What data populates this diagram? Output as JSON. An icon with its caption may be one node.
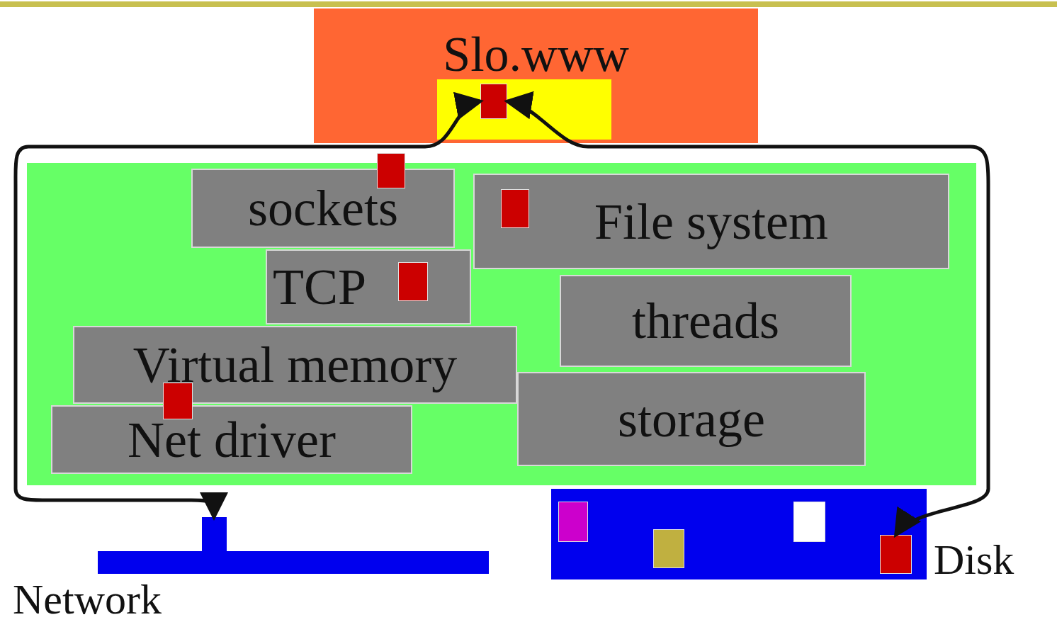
{
  "diagram": {
    "nodes": [
      {
        "text": [
          "Slo.www"
        ]
      },
      {
        "text": [],
        "shape": "box",
        "in": 0
      },
      {
        "text": [],
        "shape": "box",
        "in": 1
      },
      {
        "text": [],
        "shape": "box"
      },
      {
        "text": [
          "sockets"
        ],
        "in": 3
      },
      {
        "text": [],
        "shape": "box"
      },
      {
        "text": [
          "File system"
        ],
        "in": 3
      },
      {
        "text": [],
        "shape": "box",
        "in": 6
      },
      {
        "text": [
          "TCP"
        ],
        "in": 3
      },
      {
        "text": [],
        "shape": "box",
        "in": 8
      },
      {
        "text": [
          "threads"
        ],
        "in": 3
      },
      {
        "text": [
          "Virtual memory"
        ],
        "in": 3
      },
      {
        "text": [],
        "shape": "box",
        "in": 3
      },
      {
        "text": [
          "Net driver"
        ],
        "in": 3
      },
      {
        "text": [
          "storage"
        ],
        "in": 3
      },
      {
        "text": [
          "Network"
        ]
      },
      {
        "text": [
          "Disk"
        ]
      },
      {
        "text": [],
        "shape": "box",
        "in": 16
      },
      {
        "text": [],
        "shape": "box",
        "in": 16
      },
      {
        "text": [],
        "shape": "box",
        "in": 16
      },
      {
        "text": [],
        "shape": "box",
        "in": 16
      }
    ],
    "edges": [
      {
        "from": 2,
        "to": 15,
        "arrow": "both"
      },
      {
        "from": 2,
        "to": 20,
        "arrow": "both"
      }
    ]
  }
}
